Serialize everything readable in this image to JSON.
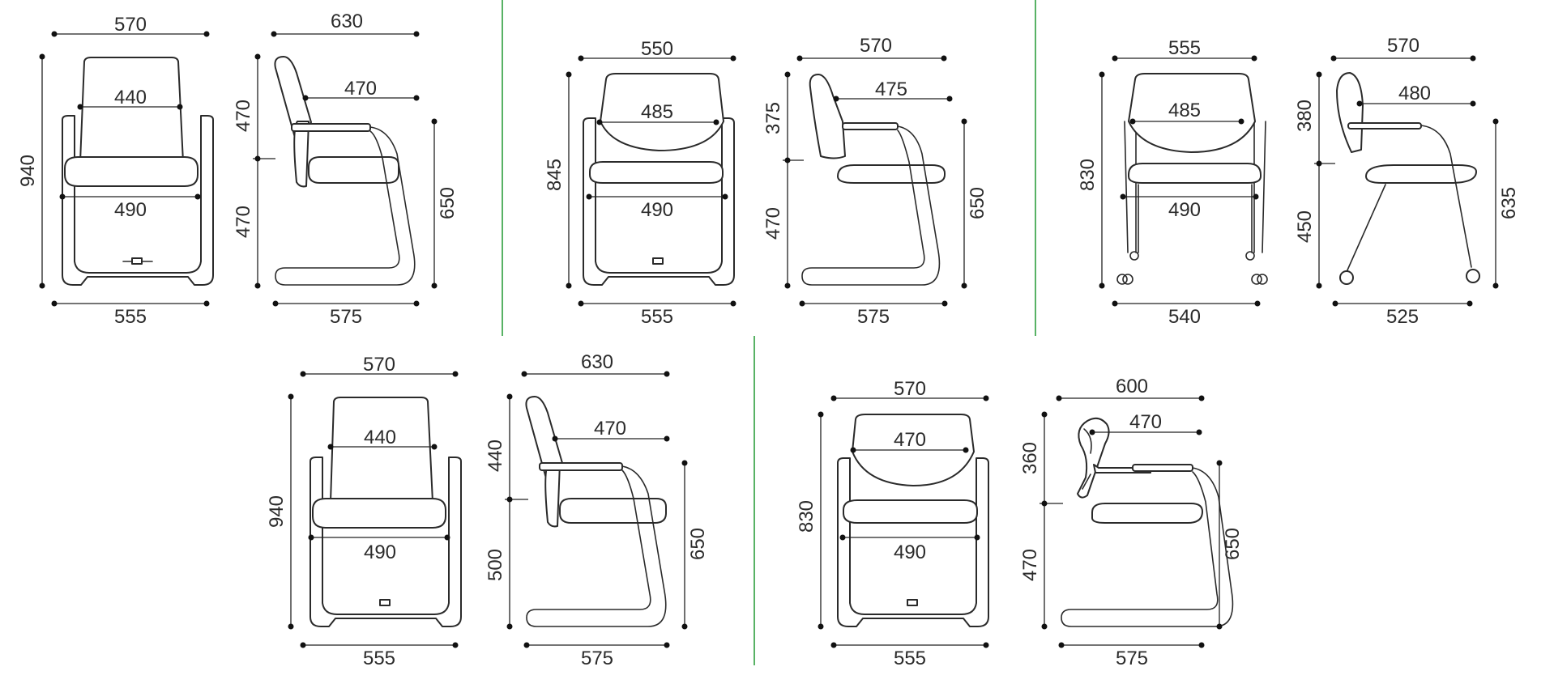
{
  "colors": {
    "divider": "#2e9e3e",
    "ink": "#2a2a2a"
  },
  "models": [
    {
      "front": {
        "top_width": "570",
        "back_width": "440",
        "height": "940",
        "seat_width": "490",
        "base_width": "555"
      },
      "side": {
        "top_depth": "630",
        "arm_depth": "470",
        "back_height": "470",
        "seat_height": "470",
        "arm_height": "650",
        "base_depth": "575"
      }
    },
    {
      "front": {
        "top_width": "550",
        "back_width": "485",
        "height": "845",
        "seat_width": "490",
        "base_width": "555"
      },
      "side": {
        "top_depth": "570",
        "arm_depth": "475",
        "back_height": "375",
        "seat_height": "470",
        "arm_height": "650",
        "base_depth": "575"
      }
    },
    {
      "front": {
        "top_width": "555",
        "back_width": "485",
        "height": "830",
        "seat_width": "490",
        "base_width": "540"
      },
      "side": {
        "top_depth": "570",
        "arm_depth": "480",
        "back_height": "380",
        "seat_height": "450",
        "arm_height": "635",
        "base_depth": "525"
      }
    },
    {
      "front": {
        "top_width": "570",
        "back_width": "440",
        "height": "940",
        "seat_width": "490",
        "base_width": "555"
      },
      "side": {
        "top_depth": "630",
        "arm_depth": "470",
        "back_height": "440",
        "seat_height": "500",
        "arm_height": "650",
        "base_depth": "575"
      }
    },
    {
      "front": {
        "top_width": "570",
        "back_width": "470",
        "height": "830",
        "seat_width": "490",
        "base_width": "555"
      },
      "side": {
        "top_depth": "600",
        "arm_depth": "470",
        "back_height": "360",
        "seat_height": "470",
        "arm_height": "650",
        "base_depth": "575"
      }
    }
  ]
}
